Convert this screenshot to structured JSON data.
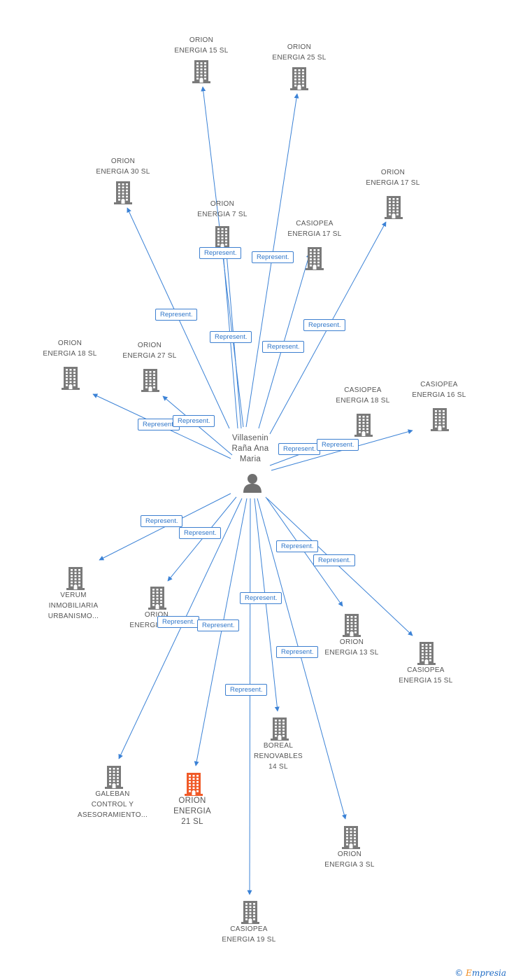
{
  "colors": {
    "edge": "#3b82d6",
    "building": "#7a7a7a",
    "building_highlight": "#f05a28",
    "person": "#707070"
  },
  "center": {
    "name_lines": [
      "Villasenin",
      "Raña Ana",
      "Maria"
    ],
    "icon": "person-icon"
  },
  "relation_label": "Represent.",
  "companies": [
    {
      "id": "orion-15",
      "lines": [
        "ORION",
        "ENERGIA 15 SL"
      ]
    },
    {
      "id": "orion-25",
      "lines": [
        "ORION",
        "ENERGIA 25 SL"
      ]
    },
    {
      "id": "orion-30",
      "lines": [
        "ORION",
        "ENERGIA 30 SL"
      ]
    },
    {
      "id": "orion-7",
      "lines": [
        "ORION",
        "ENERGIA 7 SL"
      ]
    },
    {
      "id": "casiopea-17",
      "lines": [
        "CASIOPEA",
        "ENERGIA 17 SL"
      ]
    },
    {
      "id": "orion-17",
      "lines": [
        "ORION",
        "ENERGIA 17 SL"
      ]
    },
    {
      "id": "orion-18",
      "lines": [
        "ORION",
        "ENERGIA 18 SL"
      ]
    },
    {
      "id": "orion-27",
      "lines": [
        "ORION",
        "ENERGIA 27 SL"
      ]
    },
    {
      "id": "casiopea-18",
      "lines": [
        "CASIOPEA",
        "ENERGIA 18 SL"
      ]
    },
    {
      "id": "casiopea-16",
      "lines": [
        "CASIOPEA",
        "ENERGIA 16 SL"
      ]
    },
    {
      "id": "verum",
      "lines": [
        "VERUM",
        "INMOBILIARIA",
        "URBANISMO..."
      ]
    },
    {
      "id": "orion-22",
      "lines": [
        "ORION",
        "ENERGIA 22 SL"
      ]
    },
    {
      "id": "orion-13",
      "lines": [
        "ORION",
        "ENERGIA 13 SL"
      ]
    },
    {
      "id": "casiopea-15",
      "lines": [
        "CASIOPEA",
        "ENERGIA 15 SL"
      ]
    },
    {
      "id": "boreal-14",
      "lines": [
        "BOREAL",
        "RENOVABLES",
        "14 SL"
      ]
    },
    {
      "id": "galeban",
      "lines": [
        "GALEBAN",
        "CONTROL Y",
        "ASESORAMIENTO..."
      ]
    },
    {
      "id": "orion-21",
      "lines": [
        "ORION",
        "ENERGIA",
        "21 SL"
      ],
      "highlight": true
    },
    {
      "id": "orion-3",
      "lines": [
        "ORION",
        "ENERGIA 3 SL"
      ]
    },
    {
      "id": "casiopea-19",
      "lines": [
        "CASIOPEA",
        "ENERGIA 19 SL"
      ]
    }
  ],
  "watermark": {
    "symbol": "©",
    "brand_initial": "E",
    "brand_rest": "mpresia"
  }
}
